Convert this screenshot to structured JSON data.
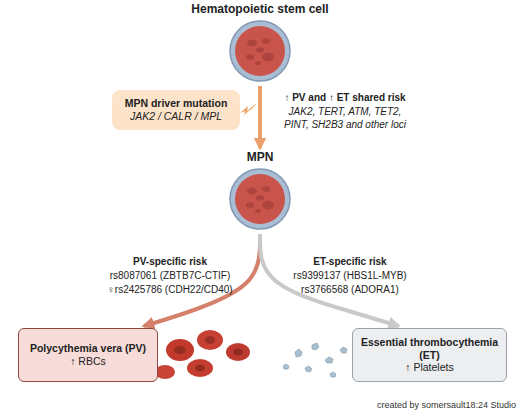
{
  "diagram": {
    "nodes": [
      {
        "text": [
          "Hematopoietic stem cell"
        ]
      },
      {
        "text": [
          "MPN driver mutation",
          "JAK2 / CALR / MPL"
        ]
      },
      {
        "text": [
          "MPN"
        ]
      },
      {
        "text": [
          "Polycythemia vera (PV)",
          "↑ RBCs"
        ]
      },
      {
        "text": [
          "Essential thrombocythemia (ET)",
          "↑ Platelets"
        ]
      }
    ],
    "edges": [
      {
        "from": 0,
        "to": 2,
        "arrow": "to"
      },
      {
        "from": 2,
        "to": 3,
        "arrow": "to"
      },
      {
        "from": 2,
        "to": 4,
        "arrow": "to"
      }
    ],
    "labels": [
      "↑ PV and ↑ ET shared risk",
      "JAK2, TERT, ATM, TET2, PINT, SH2B3 and other loci",
      "PV-specific risk",
      "rs8087061 (ZBTB7C-CTIF)",
      "♀rs2425786 (CDH22/CD40)",
      "ET-specific risk",
      "rs9399137 (HBS1L-MYB)",
      "rs3766568 (ADORA1)",
      "created by somersault18:24 Studio"
    ]
  }
}
